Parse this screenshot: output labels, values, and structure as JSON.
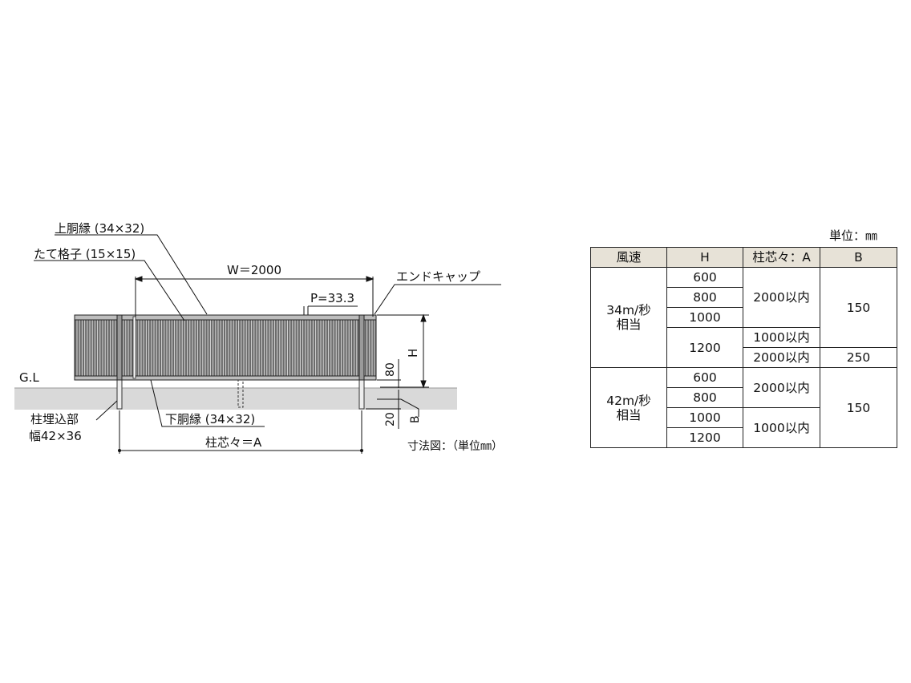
{
  "diagram": {
    "top_rail_label": "上胴縁 (34×32)",
    "lattice_label": "たて格子 (15×15)",
    "width_label": "W＝2000",
    "end_cap_label": "エンドキャップ",
    "pitch_label": "P=33.3",
    "height_label": "H",
    "dim_80": "80",
    "ground_label": "G.L",
    "dim_20": "20",
    "dim_b": "B",
    "post_embed_label_1": "柱埋込部",
    "post_embed_label_2": "幅42×36",
    "bottom_rail_label": "下胴縁 (34×32)",
    "post_spacing_label": "柱芯々＝A",
    "caption": "寸法図：（単位㎜）"
  },
  "table": {
    "unit": "単位：㎜",
    "headers": [
      "風速",
      "H",
      "柱芯々：A",
      "B"
    ],
    "wind_1": [
      "34m/秒",
      "相当"
    ],
    "wind_2": [
      "42m/秒",
      "相当"
    ],
    "h_values": [
      "600",
      "800",
      "1000",
      "1200",
      "600",
      "800",
      "1000",
      "1200"
    ],
    "a_values": [
      "2000以内",
      "1000以内",
      "2000以内",
      "2000以内",
      "1000以内"
    ],
    "b_values": [
      "150",
      "250",
      "150"
    ]
  },
  "colors": {
    "header_bg": "#e7e2d7",
    "ground": "#d9d9d9",
    "panel": "#6b6b6b"
  }
}
